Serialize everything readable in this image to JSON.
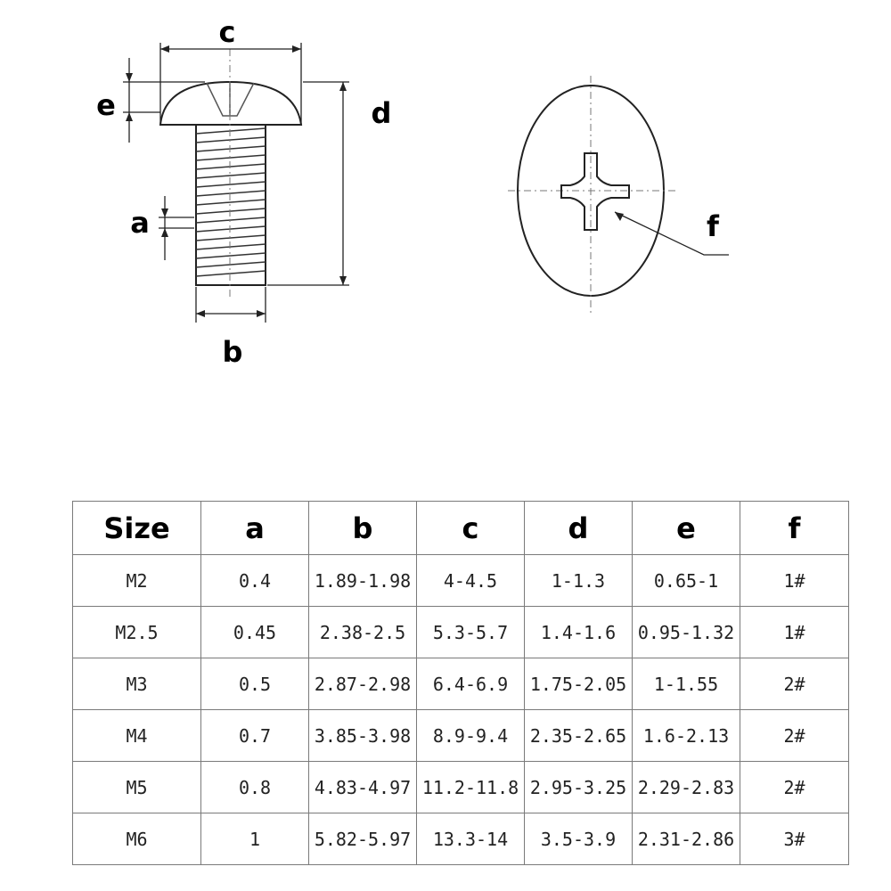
{
  "diagram": {
    "side_view_labels": {
      "a": "a",
      "b": "b",
      "c": "c",
      "d": "d",
      "e": "e"
    },
    "top_view_label": "f"
  },
  "table": {
    "headers": [
      "Size",
      "a",
      "b",
      "c",
      "d",
      "e",
      "f"
    ],
    "rows": [
      [
        "M2",
        "0.4",
        "1.89-1.98",
        "4-4.5",
        "1-1.3",
        "0.65-1",
        "1#"
      ],
      [
        "M2.5",
        "0.45",
        "2.38-2.5",
        "5.3-5.7",
        "1.4-1.6",
        "0.95-1.32",
        "1#"
      ],
      [
        "M3",
        "0.5",
        "2.87-2.98",
        "6.4-6.9",
        "1.75-2.05",
        "1-1.55",
        "2#"
      ],
      [
        "M4",
        "0.7",
        "3.85-3.98",
        "8.9-9.4",
        "2.35-2.65",
        "1.6-2.13",
        "2#"
      ],
      [
        "M5",
        "0.8",
        "4.83-4.97",
        "11.2-11.8",
        "2.95-3.25",
        "2.29-2.83",
        "2#"
      ],
      [
        "M6",
        "1",
        "5.82-5.97",
        "13.3-14",
        "3.5-3.9",
        "2.31-2.86",
        "3#"
      ]
    ]
  }
}
